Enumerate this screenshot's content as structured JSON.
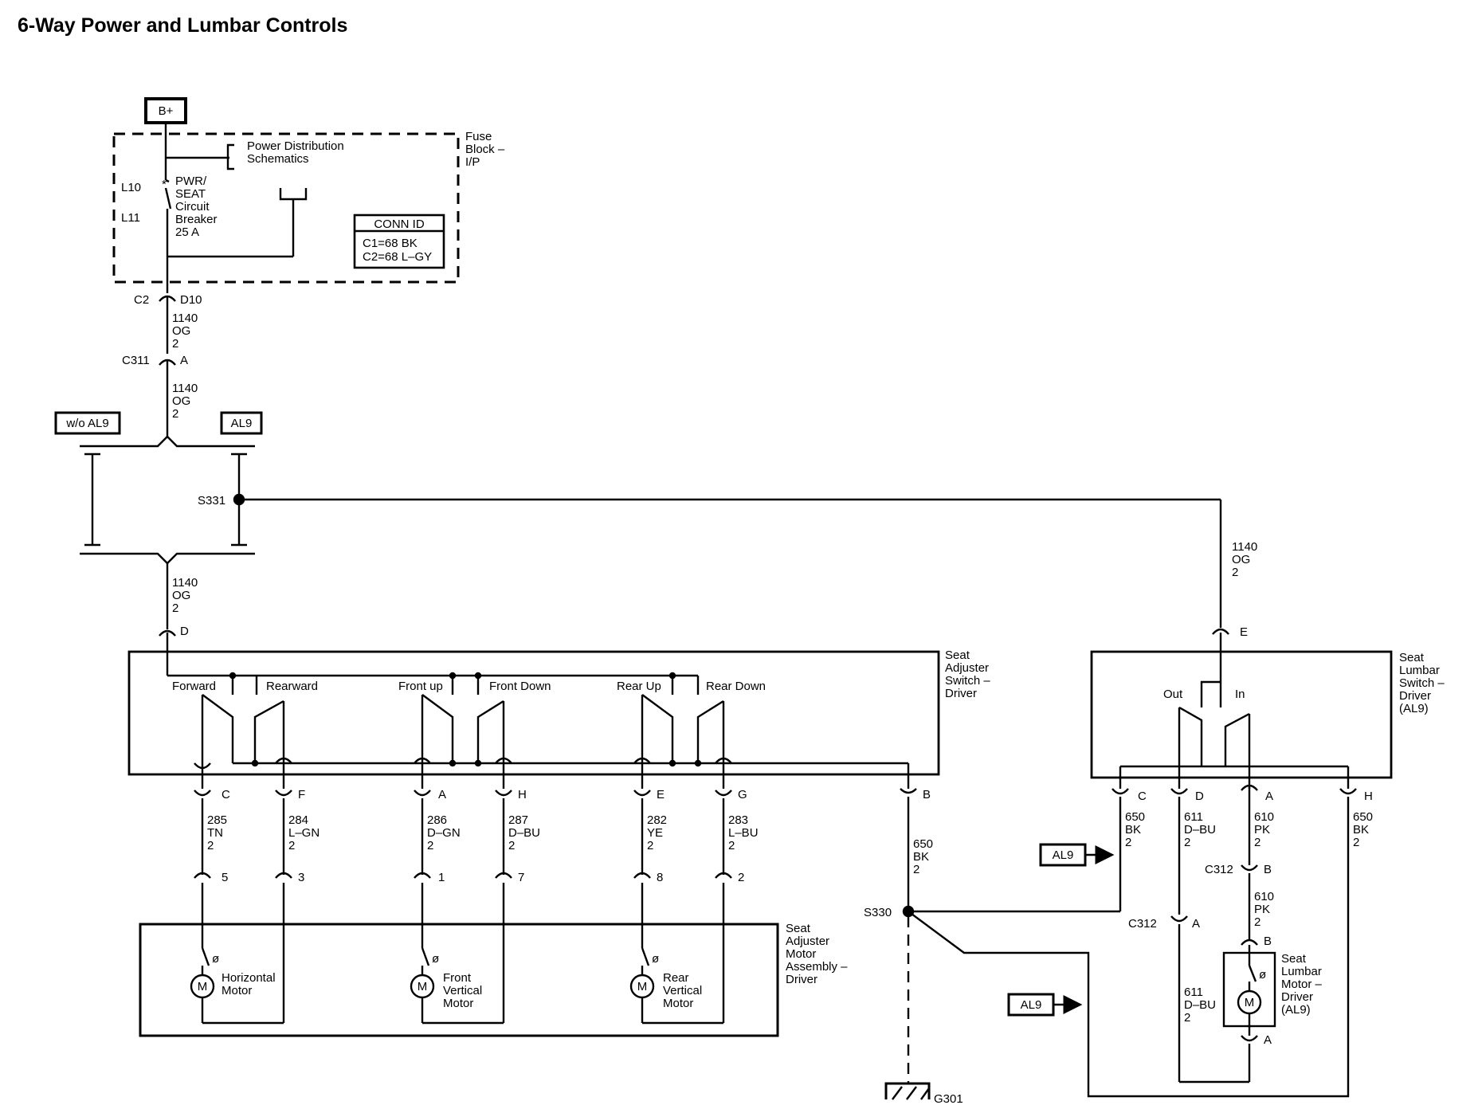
{
  "title": "6-Way Power and Lumbar Controls",
  "power_source": "B+",
  "fuse_block": {
    "name_lines": [
      "Fuse",
      "Block –",
      "I/P"
    ],
    "power_dist_lines": [
      "Power Distribution",
      "Schematics"
    ],
    "breaker_lines": [
      "PWR/",
      "SEAT",
      "Circuit",
      "Breaker",
      "25 A"
    ],
    "term_l10": "L10",
    "term_l11": "L11",
    "conn_id_title": "CONN ID",
    "conn_c1": "C1=68 BK",
    "conn_c2": "C2=68 L–GY",
    "out_connector": "C2",
    "out_pin": "D10"
  },
  "wire_1140_lines": [
    "1140",
    "OG",
    "2"
  ],
  "inline_connector": {
    "name": "C311",
    "pin": "A"
  },
  "option_without": "w/o AL9",
  "option_with": "AL9",
  "splice_s331": "S331",
  "splice_s330": "S330",
  "ground": "G301",
  "seat_switch": {
    "name_lines": [
      "Seat",
      "Adjuster",
      "Switch –",
      "Driver"
    ],
    "input_pin": "D",
    "positions": [
      "Forward",
      "Rearward",
      "Front up",
      "Front Down",
      "Rear Up",
      "Rear Down"
    ],
    "bottom_pins": [
      "C",
      "F",
      "A",
      "H",
      "E",
      "G",
      "B"
    ]
  },
  "motor_wires": [
    {
      "lines": [
        "285",
        "TN",
        "2"
      ],
      "motor_pin": "5"
    },
    {
      "lines": [
        "284",
        "L–GN",
        "2"
      ],
      "motor_pin": "3"
    },
    {
      "lines": [
        "286",
        "D–GN",
        "2"
      ],
      "motor_pin": "1"
    },
    {
      "lines": [
        "287",
        "D–BU",
        "2"
      ],
      "motor_pin": "7"
    },
    {
      "lines": [
        "282",
        "YE",
        "2"
      ],
      "motor_pin": "8"
    },
    {
      "lines": [
        "283",
        "L–BU",
        "2"
      ],
      "motor_pin": "2"
    }
  ],
  "ground_wire_lines": [
    "650",
    "BK",
    "2"
  ],
  "motor_assembly": {
    "name_lines": [
      "Seat",
      "Adjuster",
      "Motor",
      "Assembly –",
      "Driver"
    ],
    "motors": [
      {
        "label_lines": [
          "Horizontal",
          "Motor"
        ]
      },
      {
        "label_lines": [
          "Front",
          "Vertical",
          "Motor"
        ]
      },
      {
        "label_lines": [
          "Rear",
          "Vertical",
          "Motor"
        ]
      }
    ],
    "motor_symbol": "M",
    "thermal_symbol": "ø"
  },
  "lumbar_switch": {
    "name_lines": [
      "Seat",
      "Lumbar",
      "Switch –",
      "Driver",
      "(AL9)"
    ],
    "input_pin": "E",
    "pos_out": "Out",
    "pos_in": "In",
    "bottom_pins": [
      "C",
      "D",
      "A",
      "H"
    ],
    "wires": [
      {
        "lines": [
          "650",
          "BK",
          "2"
        ]
      },
      {
        "lines": [
          "611",
          "D–BU",
          "2"
        ]
      },
      {
        "lines": [
          "610",
          "PK",
          "2"
        ]
      },
      {
        "lines": [
          "650",
          "BK",
          "2"
        ]
      }
    ]
  },
  "c312_a": {
    "name": "C312",
    "pin": "A"
  },
  "c312_b": {
    "name": "C312",
    "pin": "B"
  },
  "wire_610_lower_lines": [
    "610",
    "PK",
    "2"
  ],
  "wire_611_lower_lines": [
    "611",
    "D–BU",
    "2"
  ],
  "lumbar_motor": {
    "name_lines": [
      "Seat",
      "Lumbar",
      "Motor –",
      "Driver",
      "(AL9)"
    ],
    "pin_top": "B",
    "pin_bottom": "A",
    "motor_symbol": "M",
    "thermal_symbol": "ø"
  },
  "al9_flags": [
    "AL9",
    "AL9"
  ]
}
